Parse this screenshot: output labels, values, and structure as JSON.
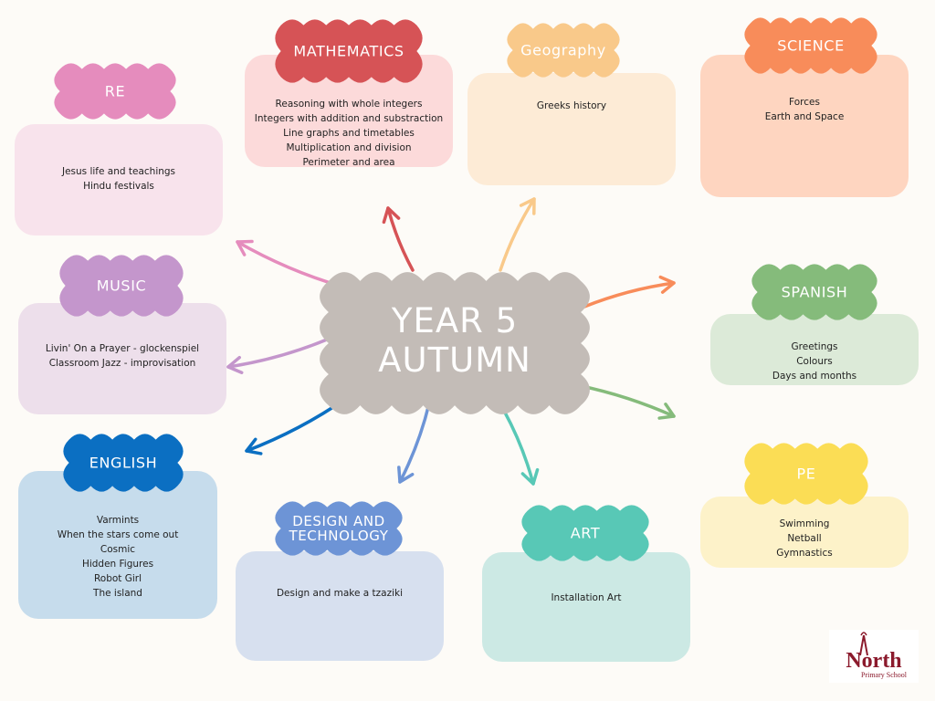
{
  "center": {
    "line1": "YEAR 5",
    "line2": "AUTUMN"
  },
  "subjects": [
    {
      "id": "re",
      "title": "RE",
      "color": "#e58cbd",
      "box": "#f8e3ec",
      "items": [
        "Jesus life and teachings",
        "Hindu festivals"
      ]
    },
    {
      "id": "mathematics",
      "title": "MATHEMATICS",
      "color": "#d65356",
      "box": "#fcdada",
      "items": [
        "Reasoning with whole integers",
        "Integers with addition and substraction",
        "Line graphs and timetables",
        "Multiplication and division",
        "Perimeter and area"
      ]
    },
    {
      "id": "geography",
      "title": "Geography",
      "color": "#f9c98a",
      "box": "#fdebd6",
      "items": [
        "Greeks history"
      ]
    },
    {
      "id": "science",
      "title": "SCIENCE",
      "color": "#f88c5a",
      "box": "#fed5c0",
      "items": [
        "Forces",
        "Earth and Space"
      ]
    },
    {
      "id": "music",
      "title": "MUSIC",
      "color": "#c496cc",
      "box": "#eddfeb",
      "items": [
        "Livin' On a Prayer - glockenspiel",
        "Classroom Jazz - improvisation"
      ]
    },
    {
      "id": "spanish",
      "title": "SPANISH",
      "color": "#85bb7b",
      "box": "#dcead8",
      "items": [
        "Greetings",
        "Colours",
        "Days and months"
      ]
    },
    {
      "id": "english",
      "title": "ENGLISH",
      "color": "#0b6fc2",
      "box": "#c6dcec",
      "items": [
        "Varmints",
        "When the stars come out",
        "Cosmic",
        "Hidden Figures",
        "Robot Girl",
        "The island"
      ]
    },
    {
      "id": "design",
      "title": "DESIGN AND TECHNOLOGY",
      "color": "#6d94d6",
      "box": "#d7e0ef",
      "items": [
        "Design and make a tzaziki"
      ]
    },
    {
      "id": "art",
      "title": "ART",
      "color": "#58c8b6",
      "box": "#cce9e4",
      "items": [
        "Installation Art"
      ]
    },
    {
      "id": "pe",
      "title": "PE",
      "color": "#fbdd55",
      "box": "#fdf2c9",
      "items": [
        "Swimming",
        "Netball",
        "Gymnastics"
      ]
    }
  ],
  "logo": {
    "name": "North",
    "tagline": "Primary School",
    "color": "#8b1a2c"
  }
}
